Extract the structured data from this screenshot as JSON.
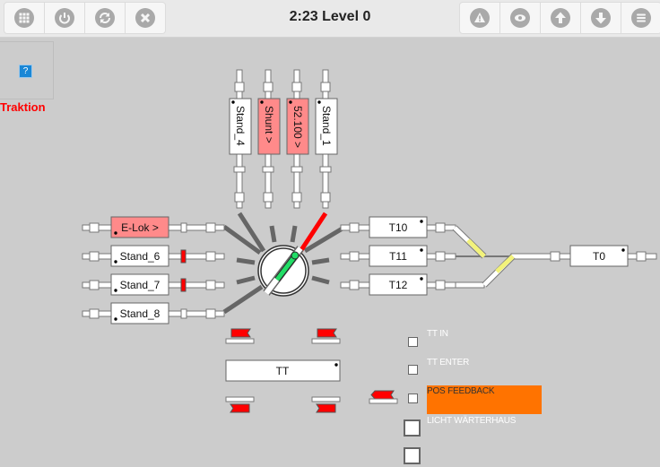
{
  "header": {
    "title": "2:23 Level 0",
    "left_buttons": [
      {
        "name": "apps-button",
        "icon": "grid-icon"
      },
      {
        "name": "power-button",
        "icon": "power-icon"
      },
      {
        "name": "refresh-button",
        "icon": "refresh-icon"
      },
      {
        "name": "close-button",
        "icon": "close-icon"
      }
    ],
    "right_buttons": [
      {
        "name": "warning-button",
        "icon": "warning-icon"
      },
      {
        "name": "view-button",
        "icon": "eye-icon"
      },
      {
        "name": "level-up-button",
        "icon": "arrow-up-icon"
      },
      {
        "name": "level-down-button",
        "icon": "arrow-down-icon"
      },
      {
        "name": "menu-button",
        "icon": "menu-icon"
      }
    ]
  },
  "left_panel": {
    "icon_label": "?",
    "traktion_label": "Traktion"
  },
  "blocks": {
    "stand_4": "Stand_4",
    "shunt": "Shunt >",
    "b52100": "52.100 >",
    "stand_1": "Stand_1",
    "elok": "E-Lok >",
    "stand_6": "Stand_6",
    "stand_7": "Stand_7",
    "stand_8": "Stand_8",
    "t10": "T10",
    "t11": "T11",
    "t12": "T12",
    "t0": "T0",
    "tt": "TT"
  },
  "feedback": {
    "tt_in": "TT IN",
    "tt_enter": "TT ENTER",
    "pos_feedback": "POS FEEDBACK",
    "licht": "LICHT WÄRTERHAUS"
  },
  "colors": {
    "occupied": "#ff8a8a",
    "free": "#ffffff",
    "signal_red": "#ff0000",
    "route_red": "#ff0000",
    "turntable_bridge": "#22dd66",
    "switch_yellow": "#f2f27a",
    "pos_feedback_bg": "#ff7300",
    "traktion_text": "#ff0000"
  }
}
